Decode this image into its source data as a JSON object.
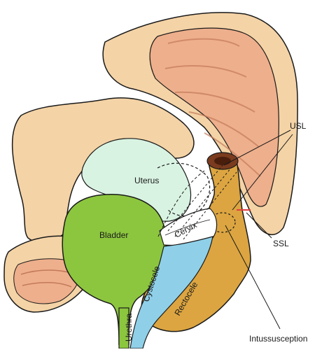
{
  "labels": {
    "uterus": "Uterus",
    "bladder": "Bladder",
    "cervix": "Cervix",
    "cystocele": "Cystocele",
    "urethra": "Urethra",
    "rectocele": "Rectocele",
    "usl": "USL",
    "ssl": "SSL",
    "intussusception": "Intussusception"
  },
  "colors": {
    "bone": "#f4d3a6",
    "bone_inner": "#eeaf8c",
    "bone_outline": "#1a1a1a",
    "uterus": "#d9f3e2",
    "bladder": "#8cc63f",
    "cystocele": "#8fd0e8",
    "rectum": "#dca541",
    "ssl_mark": "#e04040"
  }
}
